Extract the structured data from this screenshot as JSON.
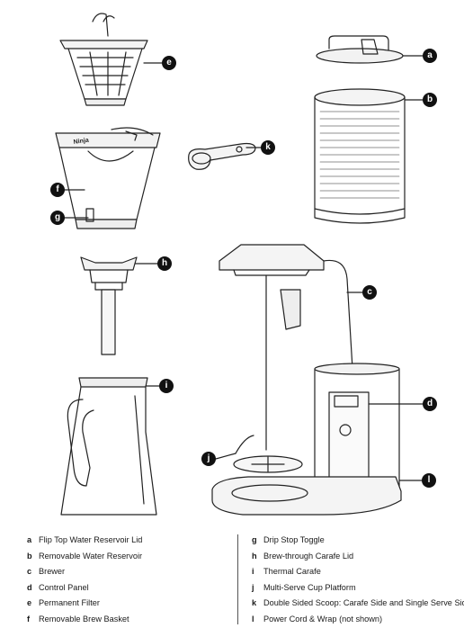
{
  "parts": [
    {
      "key": "a",
      "label": "Flip Top Water Reservoir Lid"
    },
    {
      "key": "b",
      "label": "Removable Water Reservoir"
    },
    {
      "key": "c",
      "label": "Brewer"
    },
    {
      "key": "d",
      "label": "Control Panel"
    },
    {
      "key": "e",
      "label": "Permanent Filter"
    },
    {
      "key": "f",
      "label": "Removable Brew Basket"
    },
    {
      "key": "g",
      "label": "Drip Stop Toggle"
    },
    {
      "key": "h",
      "label": "Brew-through Carafe Lid"
    },
    {
      "key": "i",
      "label": "Thermal Carafe"
    },
    {
      "key": "j",
      "label": "Multi-Serve Cup Platform"
    },
    {
      "key": "k",
      "label": "Double Sided Scoop: Carafe Side and Single Serve Side"
    },
    {
      "key": "l",
      "label": "Power Cord & Wrap (not shown)"
    }
  ],
  "brand_text": "Ninja"
}
